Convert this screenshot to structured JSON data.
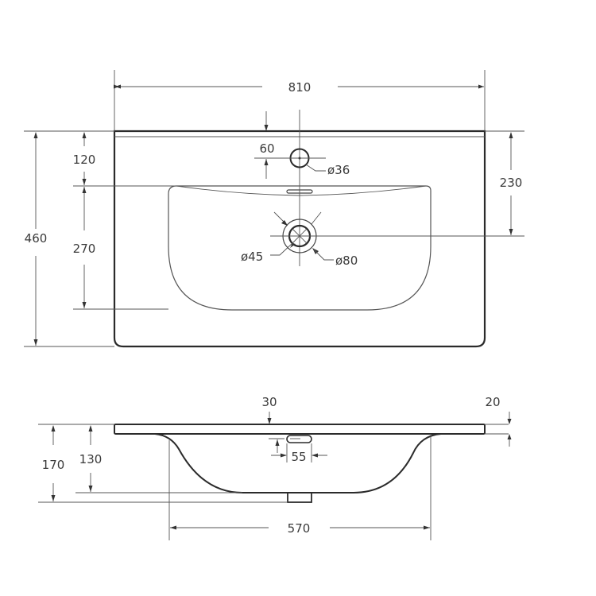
{
  "drawing": {
    "title": "Washbasin 810 technical drawing",
    "top_view": {
      "dimensions": {
        "width": "810",
        "depth": "460",
        "front_to_bowl": "120",
        "bowl_depth": "270",
        "tap_hole_offset": "60",
        "tap_hole_diameter": "ø36",
        "drain_position": "230",
        "drain_inner_diameter": "ø45",
        "drain_outer_diameter": "ø80"
      }
    },
    "side_view": {
      "dimensions": {
        "total_height": "170",
        "bowl_height": "130",
        "overflow_offset": "30",
        "overflow_width": "55",
        "slab_thickness": "20",
        "bowl_width": "570"
      }
    }
  }
}
